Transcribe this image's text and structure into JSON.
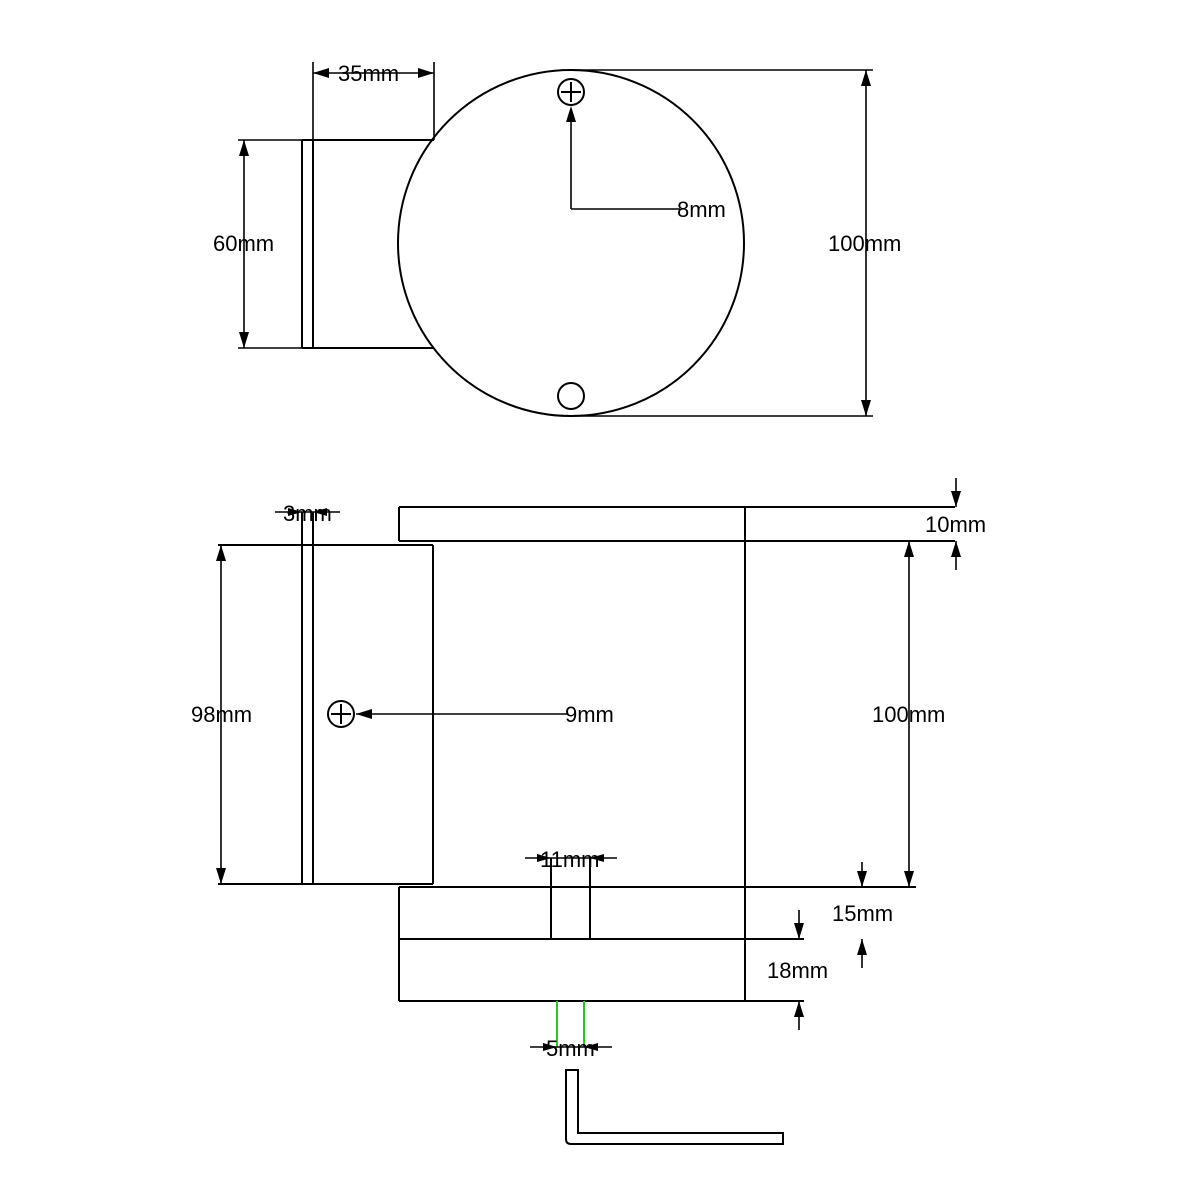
{
  "labels": {
    "top_width": "35mm",
    "top_height": "60mm",
    "hole_offset": "8mm",
    "top_diameter": "100mm",
    "plate_thickness": "3mm",
    "top_cap": "10mm",
    "side_height": "98mm",
    "screw": "9mm",
    "body_height": "100mm",
    "slot_width": "11mm",
    "base_upper": "15mm",
    "base_lower": "18mm",
    "pin_width": "5mm"
  },
  "colors": {
    "line": "#000000",
    "pin": "#22cc22"
  },
  "icons": [
    "screw-head-icon",
    "hole-icon",
    "allen-key-icon"
  ]
}
